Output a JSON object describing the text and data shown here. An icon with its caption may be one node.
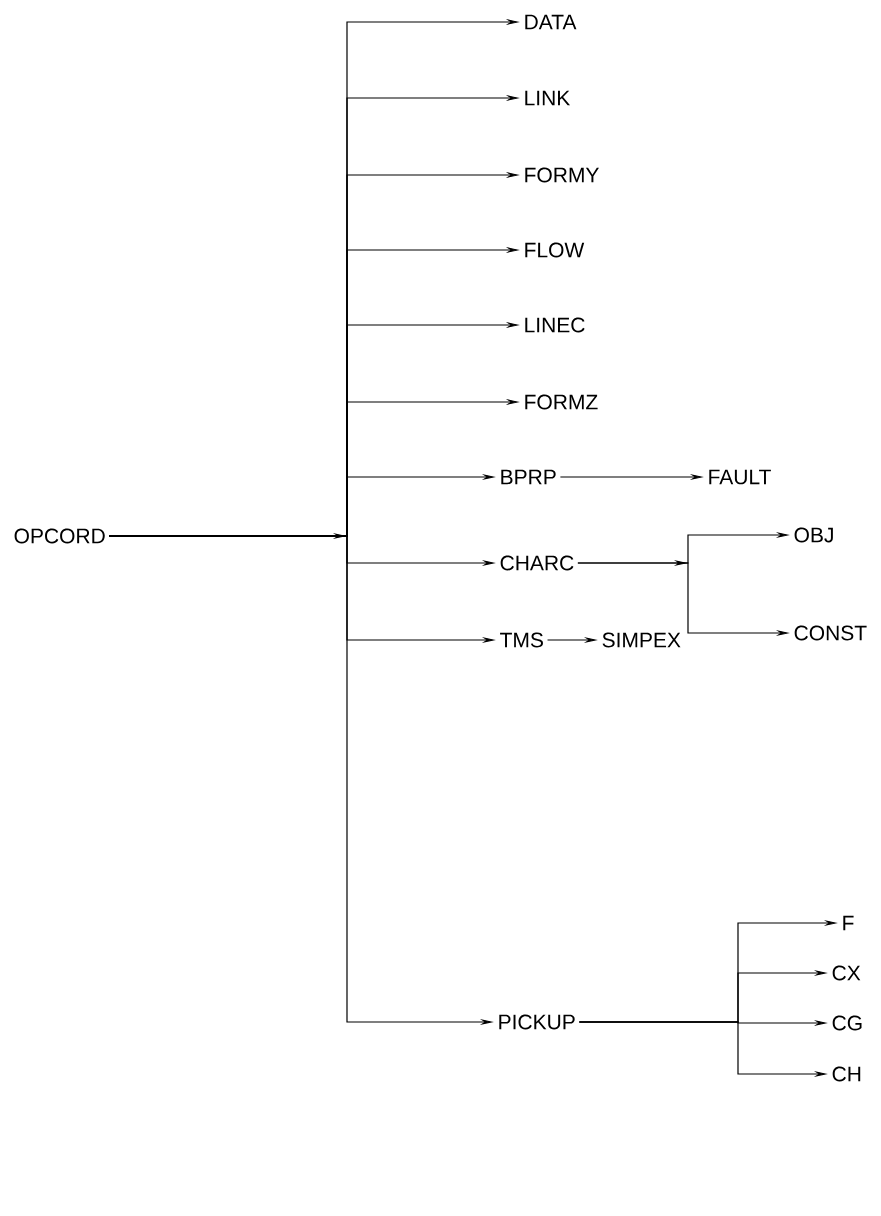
{
  "diagram": {
    "nodes": [
      {
        "text": [
          "OPCORD"
        ]
      },
      {
        "text": [
          "DATA"
        ]
      },
      {
        "text": [
          "LINK"
        ]
      },
      {
        "text": [
          "FORMY"
        ]
      },
      {
        "text": [
          "FLOW"
        ]
      },
      {
        "text": [
          "LINEC"
        ]
      },
      {
        "text": [
          "FORMZ"
        ]
      },
      {
        "text": [
          "BPRP"
        ]
      },
      {
        "text": [
          "FAULT"
        ]
      },
      {
        "text": [
          "CHARC"
        ]
      },
      {
        "text": [
          "OBJ"
        ]
      },
      {
        "text": [
          "CONST"
        ]
      },
      {
        "text": [
          "TMS"
        ]
      },
      {
        "text": [
          "SIMPEX"
        ]
      },
      {
        "text": [
          "PICKUP"
        ]
      },
      {
        "text": [
          "F"
        ]
      },
      {
        "text": [
          "CX"
        ]
      },
      {
        "text": [
          "CG"
        ]
      },
      {
        "text": [
          "CH"
        ]
      }
    ],
    "edges": [
      {
        "from": 0,
        "to": 1,
        "arrow": "to"
      },
      {
        "from": 0,
        "to": 2,
        "arrow": "to"
      },
      {
        "from": 0,
        "to": 3,
        "arrow": "to"
      },
      {
        "from": 0,
        "to": 4,
        "arrow": "to"
      },
      {
        "from": 0,
        "to": 5,
        "arrow": "to"
      },
      {
        "from": 0,
        "to": 6,
        "arrow": "to"
      },
      {
        "from": 0,
        "to": 7,
        "arrow": "to"
      },
      {
        "from": 0,
        "to": 9,
        "arrow": "to"
      },
      {
        "from": 0,
        "to": 12,
        "arrow": "to"
      },
      {
        "from": 0,
        "to": 14,
        "arrow": "to"
      },
      {
        "from": 7,
        "to": 8,
        "arrow": "to"
      },
      {
        "from": 9,
        "to": 10,
        "arrow": "to"
      },
      {
        "from": 9,
        "to": 11,
        "arrow": "to"
      },
      {
        "from": 12,
        "to": 13,
        "arrow": "to"
      },
      {
        "from": 14,
        "to": 15,
        "arrow": "to"
      },
      {
        "from": 14,
        "to": 16,
        "arrow": "to"
      },
      {
        "from": 14,
        "to": 17,
        "arrow": "to"
      },
      {
        "from": 14,
        "to": 18,
        "arrow": "to"
      }
    ]
  }
}
